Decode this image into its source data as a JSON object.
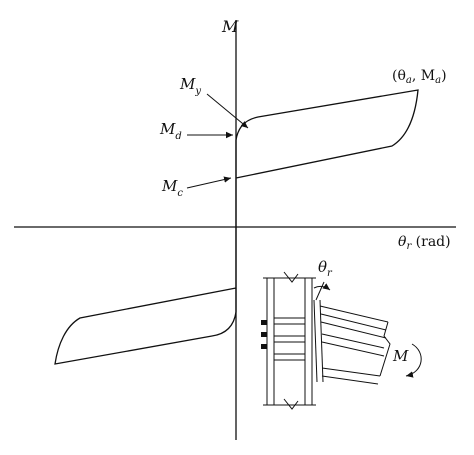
{
  "labels": {
    "axis_m": "M",
    "axis_theta_sym": "θ",
    "axis_theta_sub": "r",
    "axis_theta_unit": " (rad)",
    "my_main": "M",
    "my_sub": "y",
    "md_main": "M",
    "md_sub": "d",
    "mc_main": "M",
    "mc_sub": "c",
    "peak_open": "(θ",
    "peak_sub_a1": "a",
    "peak_mid": ", M",
    "peak_sub_a2": "a",
    "peak_close": ")",
    "detail_theta": "θ",
    "detail_theta_sub": "r",
    "detail_m": "M"
  },
  "colors": {
    "line": "#111111",
    "background": "#ffffff"
  }
}
